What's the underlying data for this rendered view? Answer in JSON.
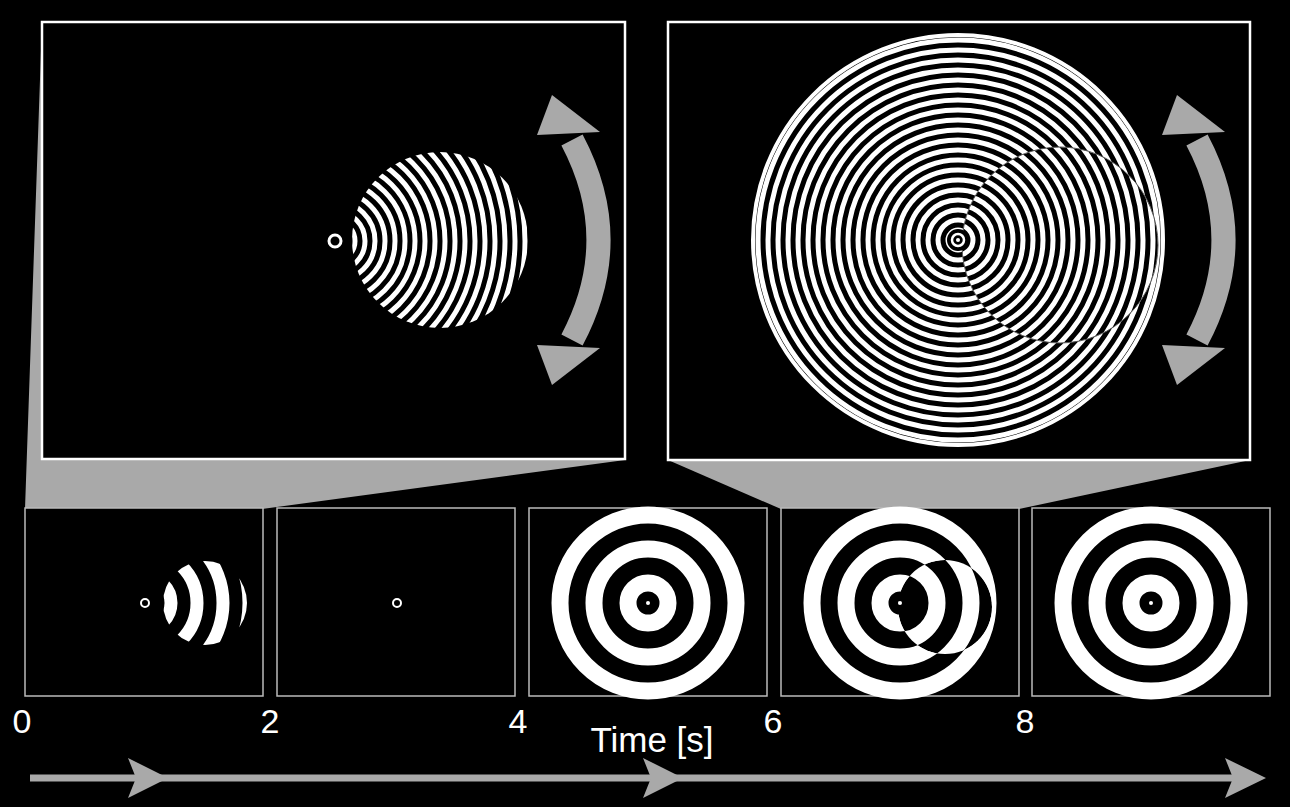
{
  "diagram": {
    "labels": [
      "0",
      "2",
      "4",
      "6",
      "8",
      "Time [s]"
    ]
  }
}
